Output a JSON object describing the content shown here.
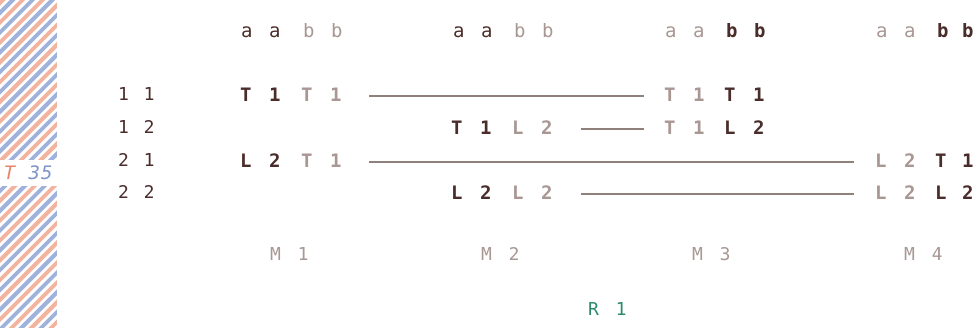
{
  "side_label": {
    "letter": "T",
    "number": "35"
  },
  "header": {
    "a": "a",
    "b": "b"
  },
  "row_labels": [
    "1 1",
    "1 2",
    "2 1",
    "2 2"
  ],
  "cells": {
    "T": "T",
    "L": "L",
    "one": "1",
    "two": "2"
  },
  "machines": [
    "M 1",
    "M 2",
    "M 3",
    "M 4"
  ],
  "result": "R 1"
}
